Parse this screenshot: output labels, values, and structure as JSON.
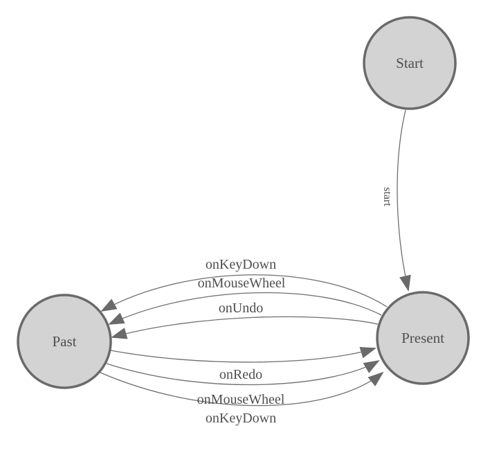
{
  "diagram": {
    "type": "state-machine",
    "background": "#ffffff",
    "colors": {
      "node_fill": "#d3d3d3",
      "node_border": "#6a6a6a",
      "edge_line": "#6e6e6e",
      "arrowhead": "#6a6a6a",
      "text": "#4f4f4f"
    },
    "nodes": [
      {
        "id": "start",
        "label": "Start"
      },
      {
        "id": "present",
        "label": "Present"
      },
      {
        "id": "past",
        "label": "Past"
      }
    ],
    "edges": [
      {
        "id": "start-to-present",
        "from": "Start",
        "to": "Present",
        "label": "start"
      },
      {
        "id": "present-to-past-onkeydown",
        "from": "Present",
        "to": "Past",
        "label": "onKeyDown"
      },
      {
        "id": "present-to-past-onmousewheel",
        "from": "Present",
        "to": "Past",
        "label": "onMouseWheel"
      },
      {
        "id": "present-to-past-onundo",
        "from": "Present",
        "to": "Past",
        "label": "onUndo"
      },
      {
        "id": "past-to-present-onredo",
        "from": "Past",
        "to": "Present",
        "label": "onRedo"
      },
      {
        "id": "past-to-present-onmousewheel",
        "from": "Past",
        "to": "Present",
        "label": "onMouseWheel"
      },
      {
        "id": "past-to-present-onkeydown",
        "from": "Past",
        "to": "Present",
        "label": "onKeyDown"
      }
    ]
  }
}
